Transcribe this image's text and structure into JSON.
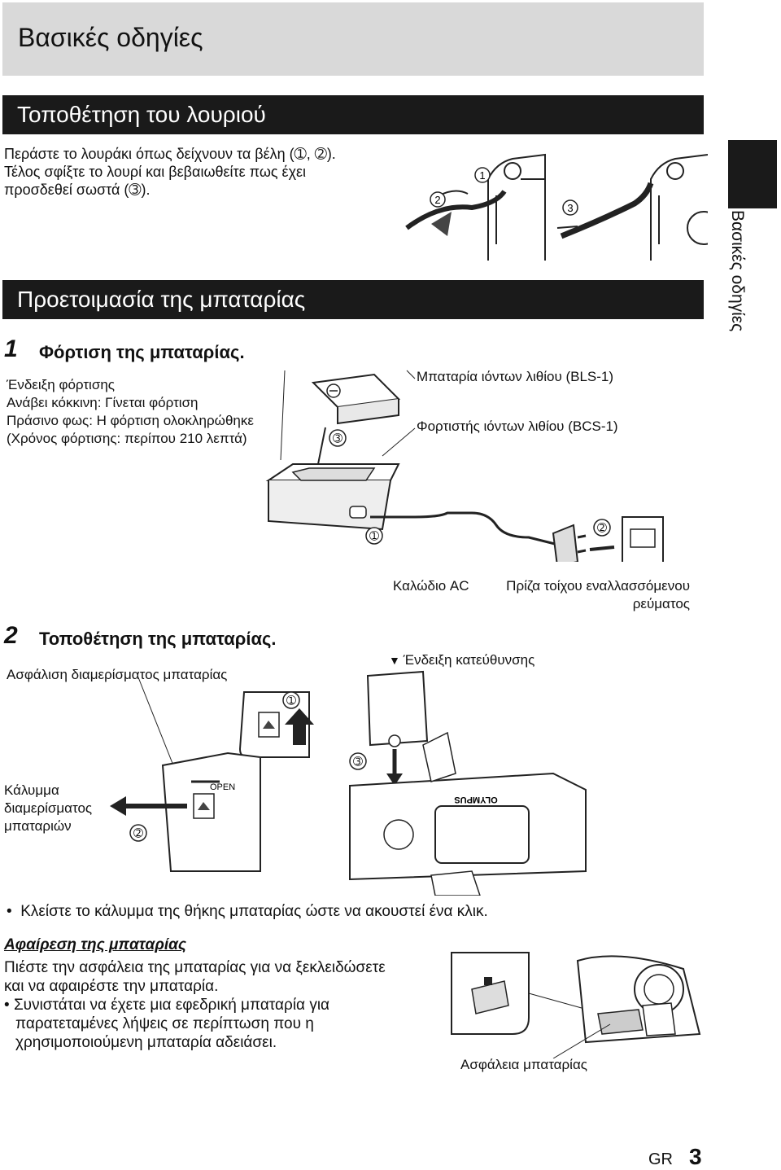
{
  "header": {
    "title": "Βασικές οδηγίες"
  },
  "side_tab": {
    "label": "Βασικές οδηγίες"
  },
  "strap": {
    "heading": "Τοποθέτηση του λουριού",
    "line1": "Περάστε το λουράκι όπως δείχνουν τα βέλη (➀, ➁).",
    "line2": "Τέλος σφίξτε το λουρί και βεβαιωθείτε πως έχει",
    "line3": "προσδεθεί σωστά (➂).",
    "markers": [
      "➀",
      "➁",
      "➂"
    ]
  },
  "battery_prep": {
    "heading": "Προετοιμασία της μπαταρίας",
    "step1": {
      "number": "1",
      "title": "Φόρτιση της μπαταρίας.",
      "indicator_lines": [
        "Ένδειξη φόρτισης",
        "Ανάβει κόκκινη: Γίνεται φόρτιση",
        "Πράσινο φως: Η φόρτιση ολοκληρώθηκε",
        "(Χρόνος φόρτισης: περίπου 210 λεπτά)"
      ],
      "battery_label": "Μπαταρία ιόντων λιθίου (BLS-1)",
      "charger_label": "Φορτιστής ιόντων λιθίου (BCS-1)",
      "ac_cable_label": "Καλώδιο AC",
      "outlet_label_line1": "Πρίζα τοίχου εναλλασσόμενου",
      "outlet_label_line2": "ρεύματος",
      "marker_3": "➂",
      "marker_1": "➀",
      "marker_2": "➁"
    },
    "step2": {
      "number": "2",
      "title": "Τοποθέτηση της μπαταρίας.",
      "lock_label": "Ασφάλιση διαμερίσματος μπαταρίας",
      "direction_label": "Ένδειξη κατεύθυνσης",
      "cover_line1": "Κάλυμμα",
      "cover_line2": "διαμερίσματος",
      "cover_line3": "μπαταριών",
      "open_text": "OPEN",
      "brand_text": "OLYMPUS",
      "marker_1": "➀",
      "marker_2": "➁",
      "marker_3": "➂",
      "bullet": "Κλείστε το κάλυμμα της θήκης μπαταρίας ώστε να ακουστεί ένα κλικ."
    }
  },
  "removal": {
    "heading": "Αφαίρεση της μπαταρίας",
    "line1": "Πιέστε την ασφάλεια της μπαταρίας για να ξεκλειδώσετε",
    "line2": "και να αφαιρέστε την μπαταρία.",
    "bullet_line1": "Συνιστάται να έχετε μια εφεδρική μπαταρία για",
    "bullet_line2": "παρατεταμένες λήψεις σε περίπτωση που η",
    "bullet_line3": "χρησιμοποιούμενη μπαταρία αδειάσει.",
    "lock_label": "Ασφάλεια μπαταρίας"
  },
  "footer": {
    "lang": "GR",
    "page": "3"
  }
}
